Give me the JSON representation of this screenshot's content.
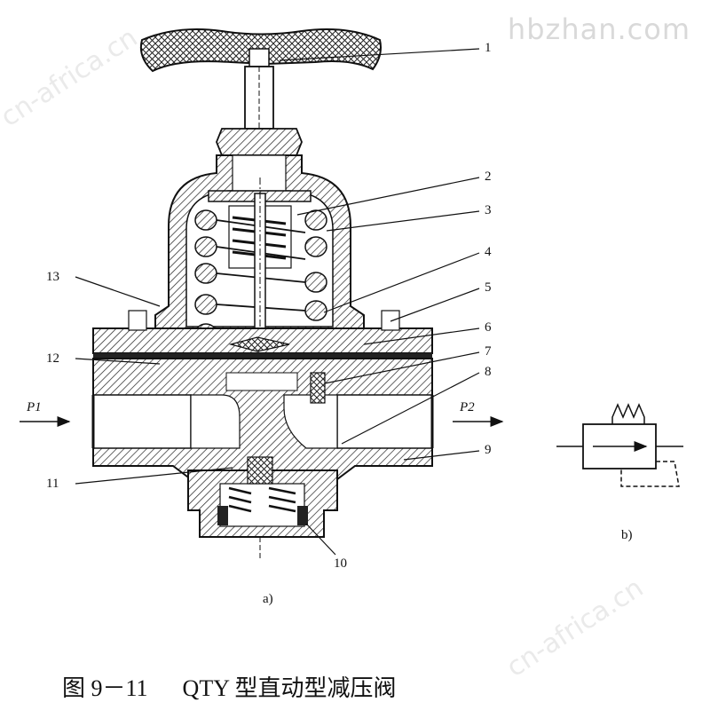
{
  "watermarks": {
    "top_right": "hbzhan.com",
    "diagonal": "cn-africa.cn"
  },
  "part_labels": [
    "1",
    "2",
    "3",
    "4",
    "5",
    "6",
    "7",
    "8",
    "9",
    "10",
    "11",
    "12",
    "13"
  ],
  "port_labels": {
    "inlet": "P1",
    "outlet": "P2"
  },
  "subfig_labels": {
    "a": "a)",
    "b": "b)"
  },
  "caption": {
    "figure_number": "图 9－11",
    "title": "QTY 型直动型减压阀"
  }
}
